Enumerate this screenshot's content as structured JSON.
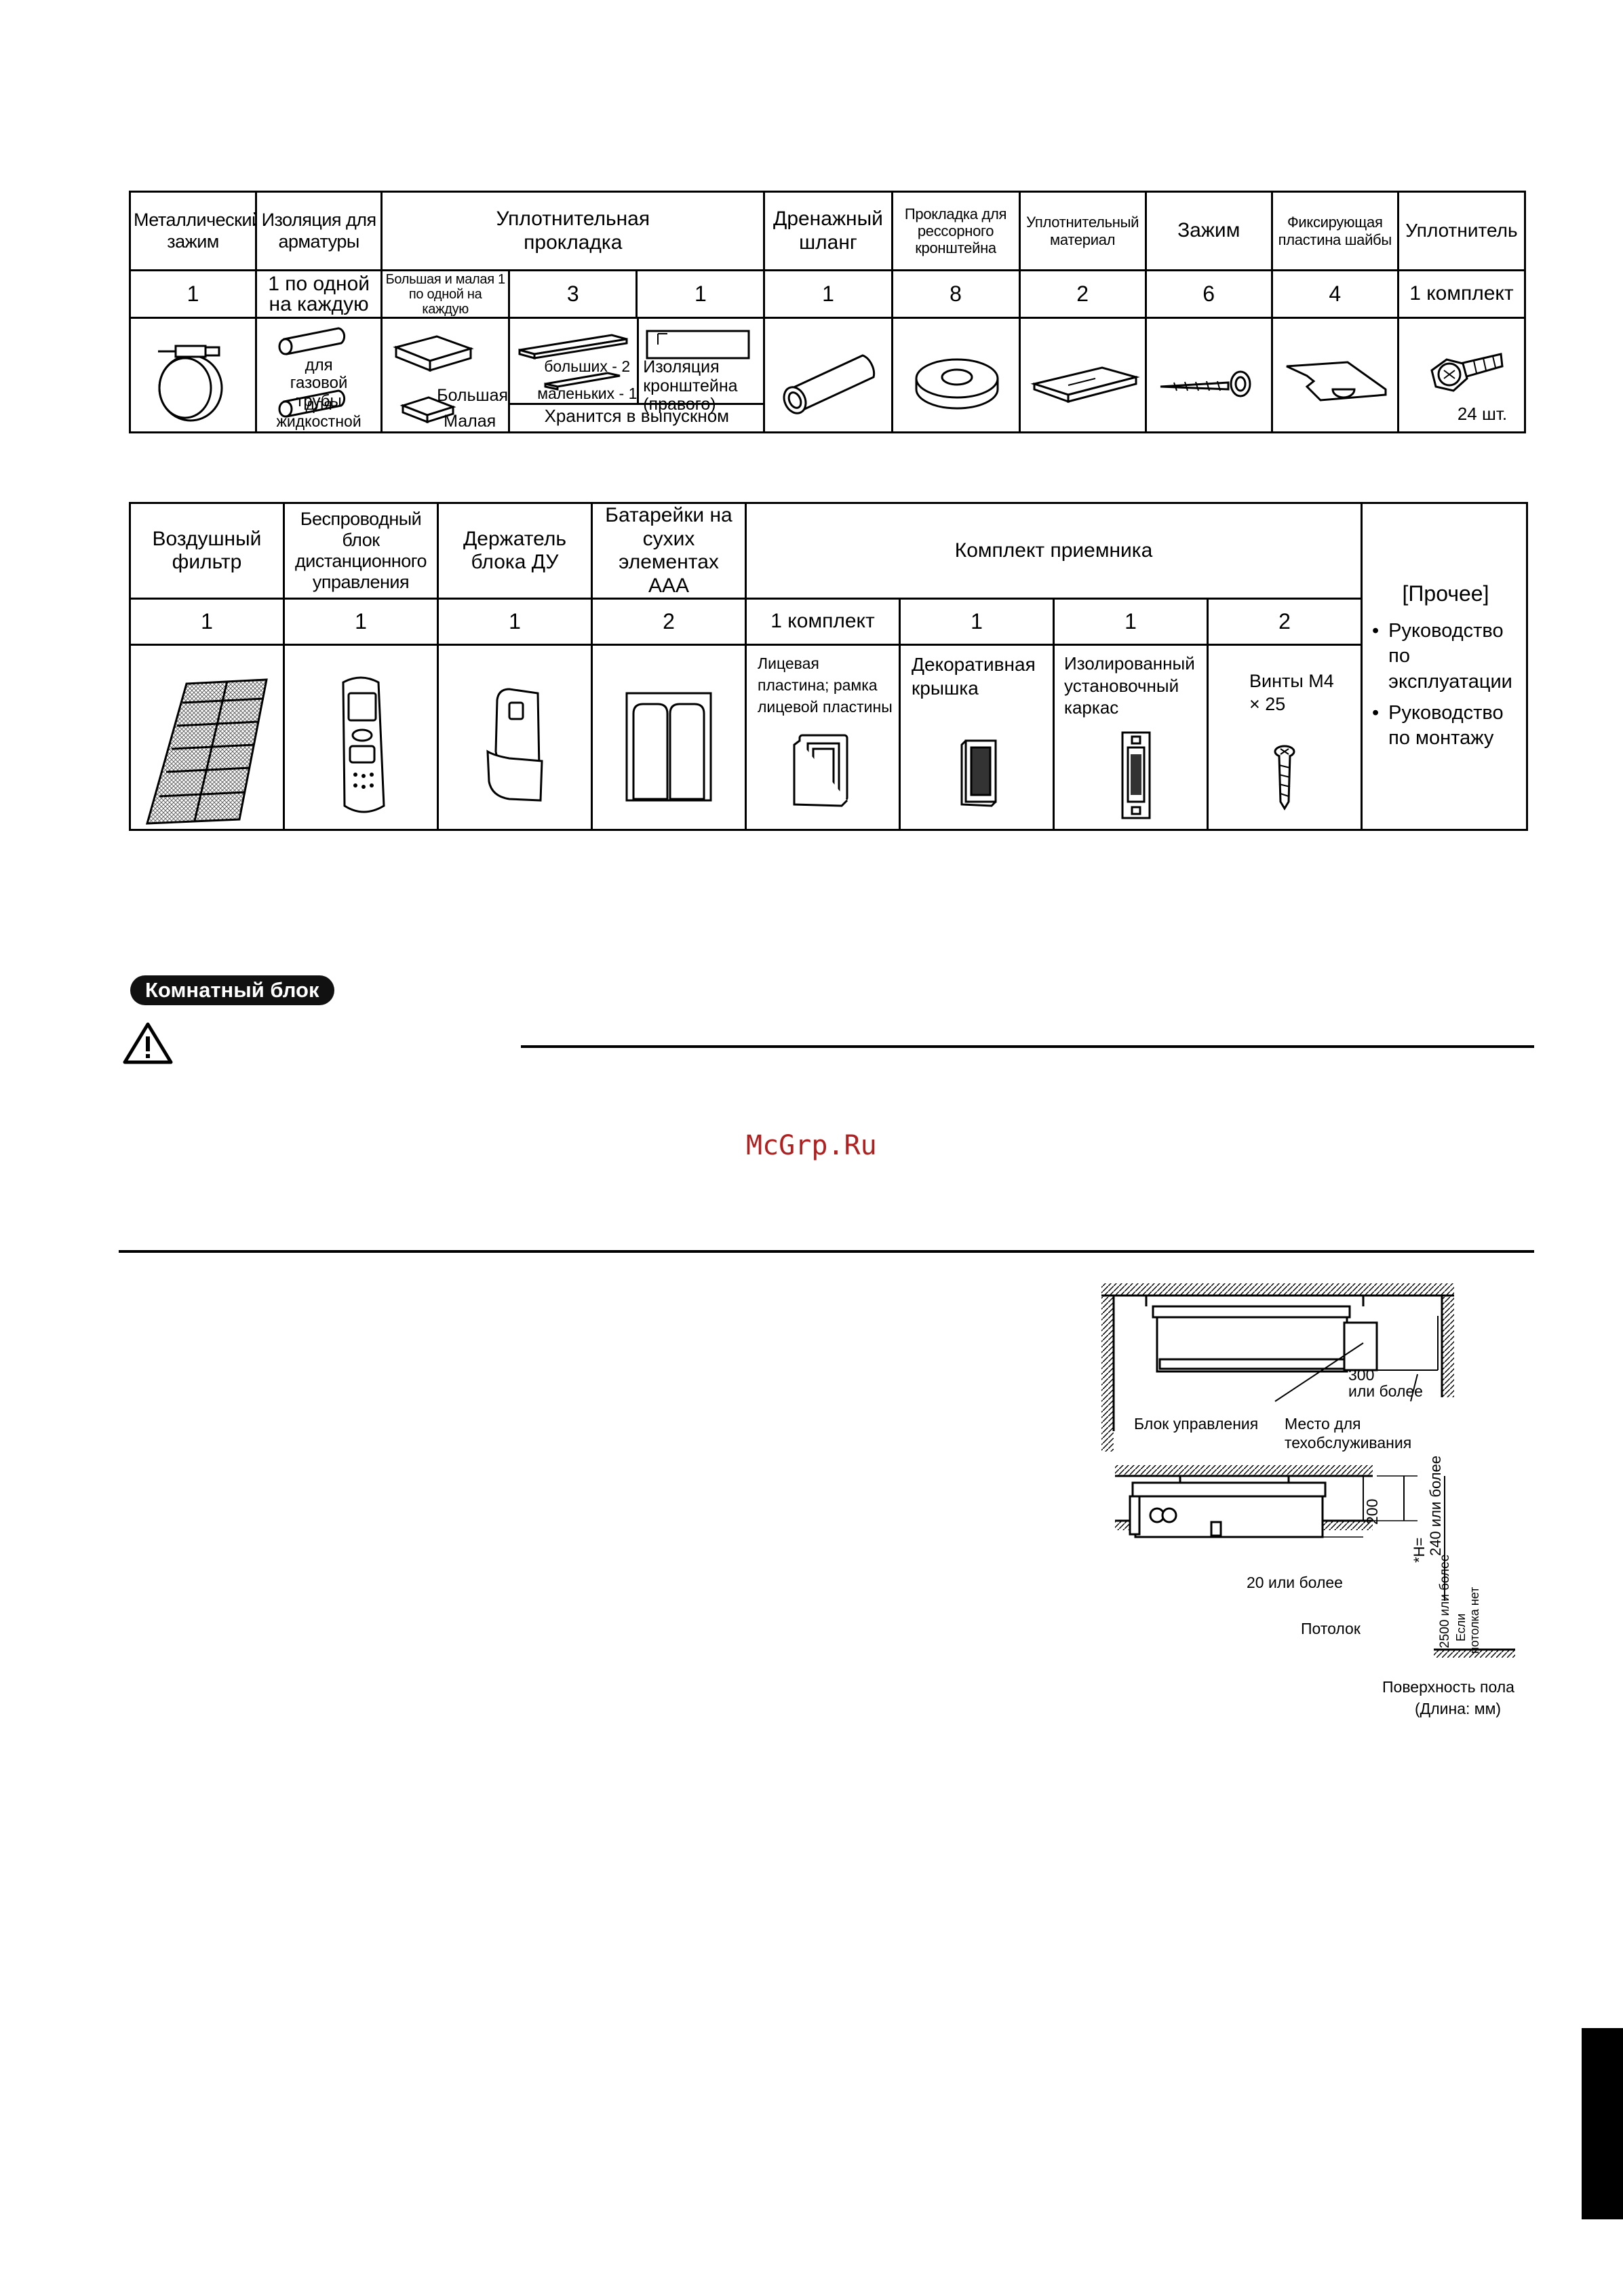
{
  "table1": {
    "headers": {
      "metal_clamp": "Металлический зажим",
      "insulation": "Изоляция для арматуры",
      "seal_pad": "Уплотнительная прокладка",
      "drain_hose": "Дренажный шланг",
      "spring_pad": "Прокладка для рессорного кронштейна",
      "seal_material": "Уплотнительный материал",
      "clamp": "Зажим",
      "fix_plate": "Фиксирующая пластина шайбы",
      "sealer": "Уплотнитель"
    },
    "quantities": {
      "metal_clamp": "1",
      "insulation": "1 по одной на каждую",
      "seal_pad_a": "Большая и малая 1 по одной на каждую",
      "seal_pad_b": "3",
      "seal_pad_c": "1",
      "drain_hose": "1",
      "spring_pad": "8",
      "seal_material": "2",
      "clamp": "6",
      "fix_plate": "4",
      "sealer": "1 комплект"
    },
    "captions": {
      "gas_pipe": "для газовой трубы",
      "liquid_pipe": "для жидкостной трубы",
      "large": "Большая",
      "small": "Малая",
      "large_2": "больших - 2",
      "small_1": "маленьких - 1",
      "bracket_insulation": "Изоляция кронштейна (правого)",
      "stored_in": "Хранится в выпускном воздушном отверстии",
      "pcs_24": "24 шт."
    }
  },
  "table2": {
    "headers": {
      "air_filter": "Воздушный фильтр",
      "remote": "Беспроводный блок дистанционного управления",
      "holder": "Держатель блока ДУ",
      "batteries": "Батарейки на сухих элементах ААА",
      "receiver_kit": "Комплект приемника"
    },
    "quantities": {
      "air_filter": "1",
      "remote": "1",
      "holder": "1",
      "batteries": "2",
      "face_plate": "1 комплект",
      "deco_cover": "1",
      "frame": "1",
      "screws": "2"
    },
    "captions": {
      "face_plate": "Лицевая пластина; рамка лицевой пластины",
      "deco_cover": "Декоративная крышка",
      "frame": "Изолированный установочный каркас",
      "screws": "Винты M4 × 25"
    },
    "other": {
      "title": "[Прочее]",
      "items": [
        "Руководство по эксплуатации",
        "Руководство по монтажу"
      ]
    }
  },
  "section": {
    "badge": "Комнатный блок",
    "watermark": "McGrp.Ru"
  },
  "diagram": {
    "top": {
      "dim_300": "300",
      "or_more": "или более",
      "control_box": "Блок управления",
      "service_space": "Место для техобслуживания"
    },
    "bottom": {
      "dim_200": "200",
      "h_label": "*H=",
      "h_240": "240 или более",
      "dim_20": "20 или более",
      "ceiling": "Потолок",
      "dim_2500": "2500 или более",
      "no_ceiling_1": "Если",
      "no_ceiling_2": "потолка нет",
      "floor": "Поверхность пола",
      "units": "(Длина: мм)"
    }
  }
}
